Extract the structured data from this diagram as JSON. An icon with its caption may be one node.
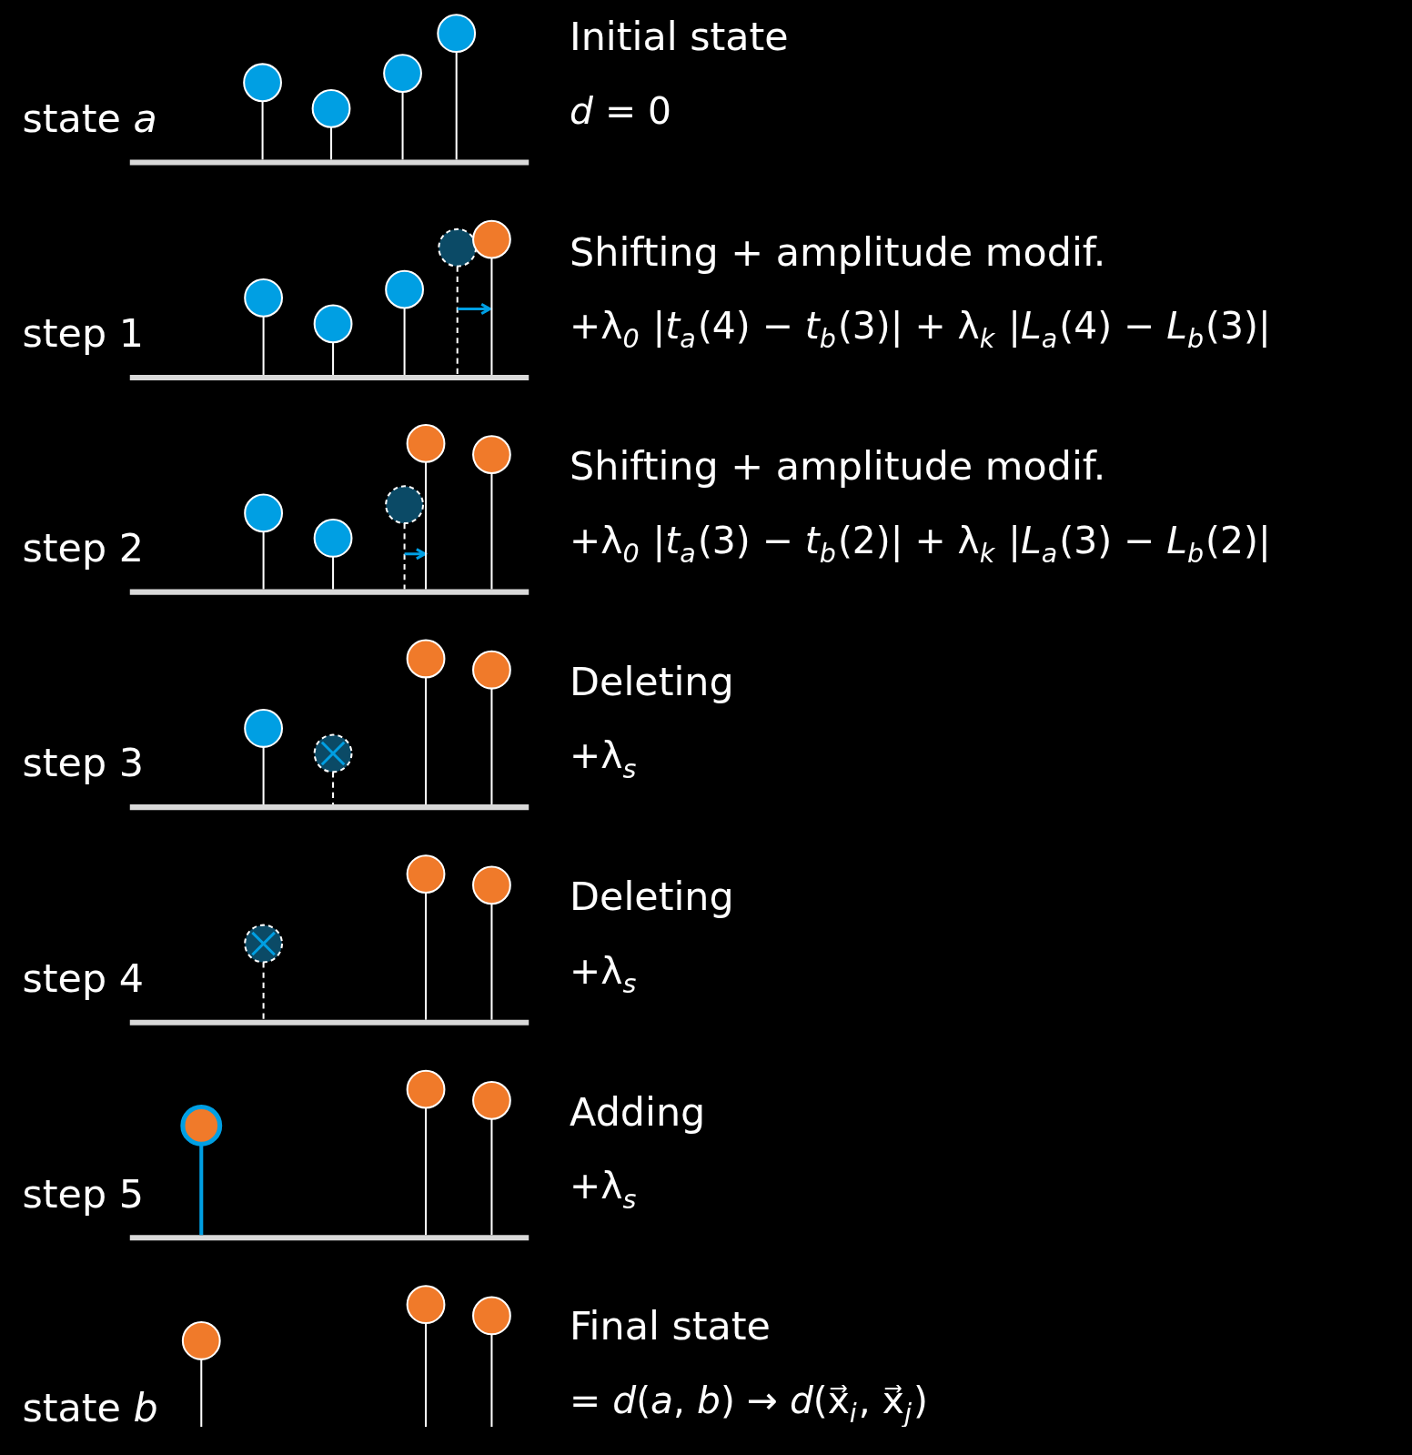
{
  "diagram": {
    "labels": [
      "state *a*",
      "Initial state",
      "*d* = 0",
      "step 1",
      "Shifting + amplitude modif.",
      "+λ$_{0}$ |*t*$_{a}$(4) − *t*$_{b}$(3)| + λ$_{k}$ |*L*$_{a}$(4) − *L*$_{b}$(3)|",
      "step 2",
      "Shifting + amplitude modif.",
      "+λ$_{0}$ |*t*$_{a}$(3) − *t*$_{b}$(2)| + λ$_{k}$ |*L*$_{a}$(3) − *L*$_{b}$(2)|",
      "step 3",
      "Deleting",
      "+λ$_{s}$",
      "step 4",
      "Deleting",
      "+λ$_{s}$",
      "step 5",
      "Adding",
      "+λ$_{s}$",
      "state *b*",
      "Final state",
      "= *d*(*a*, *b*) → *d*(x⃗$_{i}$, x⃗$_{j}$)"
    ]
  }
}
